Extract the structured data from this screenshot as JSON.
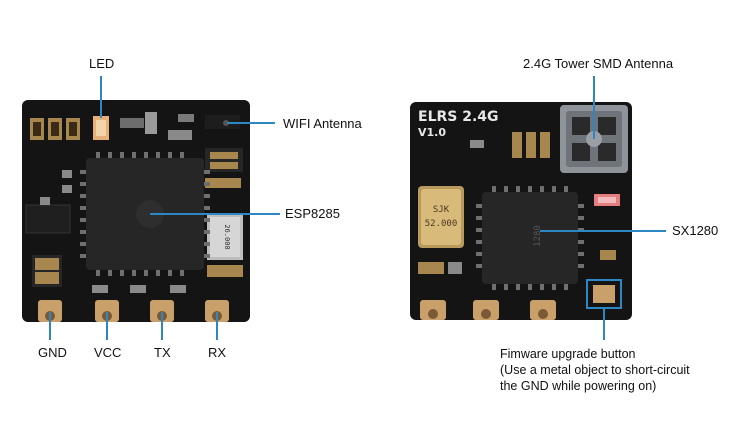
{
  "left_board": {
    "labels": {
      "led": "LED",
      "wifi_antenna": "WIFI Antenna",
      "esp": "ESP8285",
      "gnd": "GND",
      "vcc": "VCC",
      "tx": "TX",
      "rx": "RX"
    },
    "crystal_marking": "26.000"
  },
  "right_board": {
    "silkscreen_title": "ELRS 2.4G",
    "silkscreen_version": "V1.0",
    "crystal_marking_top": "SJK",
    "crystal_marking_bottom": "52.000",
    "chip_marking": "1280",
    "labels": {
      "antenna": "2.4G Tower SMD Antenna",
      "sx": "SX1280",
      "button_line1": "Fimware upgrade button",
      "button_line2": "(Use a metal object to short-circuit",
      "button_line3": "the GND while powering on)"
    }
  },
  "colors": {
    "pcb": "#141414",
    "pad": "#c9a06a",
    "line": "#2f86c4",
    "chip": "#262626"
  }
}
